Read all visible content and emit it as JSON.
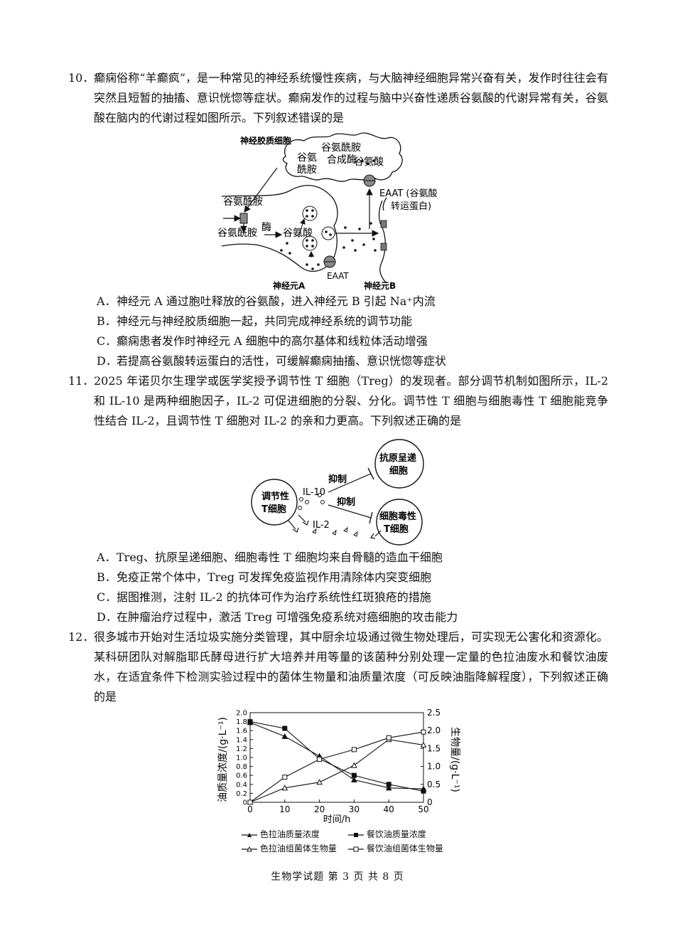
{
  "questions": [
    {
      "number": "10．",
      "text": "癫痫俗称“羊癫疯”，是一种常见的神经系统慢性疾病，与大脑神经细胞异常兴奋有关，发作时往往会有突然且短暂的抽搐、意识恍惚等症状。癫痫发作的过程与脑中兴奋性递质谷氨酸的代谢异常有关，谷氨酸在脑内的代谢过程如图所示。下列叙述错误的是",
      "figure_labels": {
        "glia": "神经胶质细胞",
        "synthetase_1": "谷氨酰胺",
        "synthetase_2": "合成酶",
        "glu_top": "谷氨酸",
        "gln_top_1": "谷氨",
        "gln_top_2": "酰胺",
        "eaat_right_1": "EAAT (谷氨酸",
        "eaat_right_2": "转运蛋白)",
        "gln_left": "谷氨酰胺",
        "enzyme": "酶",
        "gln_mid": "谷氨酰胺",
        "glu_mid": "谷氨酸",
        "eaat_bottom": "EAAT",
        "neuron_a": "神经元A",
        "neuron_b": "神经元B"
      },
      "options": [
        {
          "key": "A．",
          "text": "神经元 A 通过胞吐释放的谷氨酸，进入神经元 B 引起 Na⁺内流"
        },
        {
          "key": "B．",
          "text": "神经元与神经胶质细胞一起，共同完成神经系统的调节功能"
        },
        {
          "key": "C．",
          "text": "癫痫患者发作时神经元 A 细胞中的高尔基体和线粒体活动增强"
        },
        {
          "key": "D．",
          "text": "若提高谷氨酸转运蛋白的活性，可缓解癫痫抽搐、意识恍惚等症状"
        }
      ]
    },
    {
      "number": "11．",
      "text": "2025 年诺贝尔生理学或医学奖授予调节性 T 细胞（Treg）的发现者。部分调节机制如图所示，IL-2 和 IL-10 是两种细胞因子，IL-2 可促进细胞的分裂、分化。调节性 T 细胞与细胞毒性 T 细胞能竞争性结合 IL-2，且调节性 T 细胞对 IL-2 的亲和力更高。下列叙述正确的是",
      "figure_labels": {
        "treg_1": "调节性",
        "treg_2": "T细胞",
        "apc_1": "抗原呈递",
        "apc_2": "细胞",
        "ctl_1": "细胞毒性",
        "ctl_2": "T细胞",
        "inhibit_1": "抑制",
        "inhibit_2": "抑制",
        "il10": "IL-10",
        "il2": "IL-2"
      },
      "options": [
        {
          "key": "A．",
          "text": "Treg、抗原呈递细胞、细胞毒性 T 细胞均来自骨髓的造血干细胞"
        },
        {
          "key": "B．",
          "text": "免疫正常个体中，Treg 可发挥免疫监视作用清除体内突变细胞"
        },
        {
          "key": "C．",
          "text": "据图推测，注射 IL-2 的抗体可作为治疗系统性红斑狼疮的措施"
        },
        {
          "key": "D．",
          "text": "在肿瘤治疗过程中，激活 Treg 可增强免疫系统对癌细胞的攻击能力"
        }
      ]
    },
    {
      "number": "12．",
      "text": "很多城市开始对生活垃圾实施分类管理，其中厨余垃圾通过微生物处理后，可实现无公害化和资源化。某科研团队对解脂耶氏酵母进行扩大培养并用等量的该菌种分别处理一定量的色拉油废水和餐饮油废水，在适宜条件下检测实验过程中的菌体生物量和油质量浓度（可反映油脂降解程度），下列叙述正确的是"
    }
  ],
  "chart_data": {
    "type": "line",
    "xlabel": "时间/h",
    "ylabel_left": "油质量浓度/(g·L⁻¹)",
    "ylabel_right": "生物量/(g·L⁻¹)",
    "x": [
      0,
      10,
      20,
      30,
      40,
      50
    ],
    "x_ticks": [
      "0",
      "10",
      "20",
      "30",
      "40",
      "50"
    ],
    "ylim_left": [
      0,
      2.0
    ],
    "y_ticks_left": [
      "0",
      "0.2",
      "0.4",
      "0.6",
      "0.8",
      "1.0",
      "1.2",
      "1.4",
      "1.6",
      "1.8",
      "2.0"
    ],
    "ylim_right": [
      0,
      2.5
    ],
    "y_ticks_right": [
      "0",
      "0.5",
      "1.0",
      "1.5",
      "2.0",
      "2.5"
    ],
    "series": [
      {
        "name": "色拉油质量浓度",
        "axis": "left",
        "marker": "filled-triangle",
        "values": [
          1.78,
          1.47,
          1.03,
          0.5,
          0.32,
          0.3
        ]
      },
      {
        "name": "餐饮油质量浓度",
        "axis": "left",
        "marker": "filled-square",
        "values": [
          1.8,
          1.65,
          0.97,
          0.6,
          0.4,
          0.25
        ]
      },
      {
        "name": "色拉油组菌体生物量",
        "axis": "right",
        "marker": "open-triangle",
        "values": [
          0.0,
          0.4,
          0.56,
          1.03,
          1.75,
          1.6
        ]
      },
      {
        "name": "餐饮油组菌体生物量",
        "axis": "right",
        "marker": "open-square",
        "values": [
          0.0,
          0.7,
          1.2,
          1.47,
          1.8,
          1.96
        ]
      }
    ]
  },
  "footer": "生物学试题 第 3 页 共 8 页"
}
